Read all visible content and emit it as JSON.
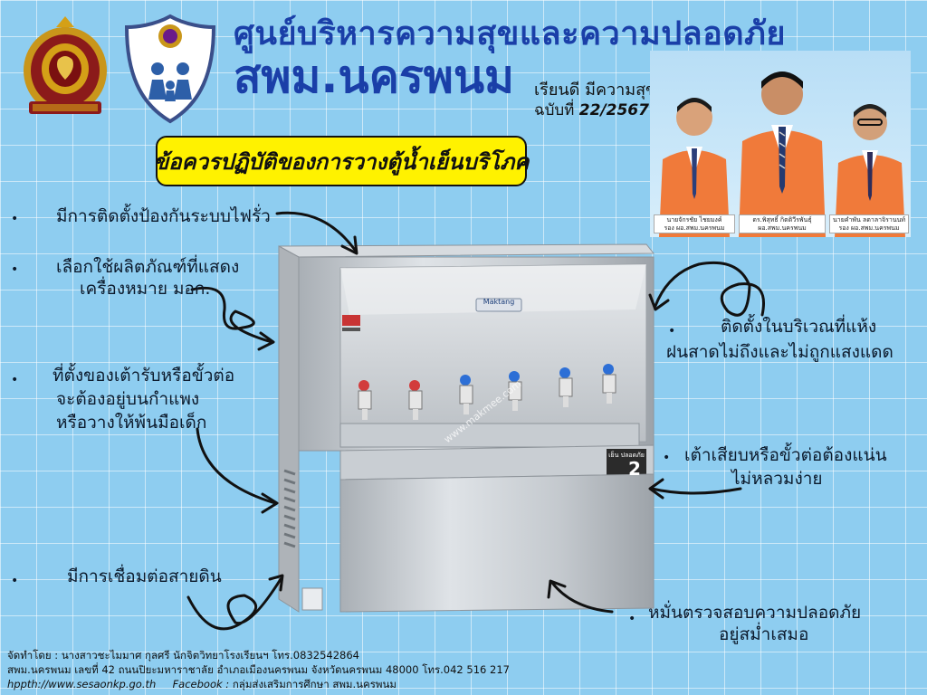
{
  "header": {
    "title_line1": "ศูนย์บริหารความสุขและความปลอดภัย",
    "title_line2": "สพม.นครพนม",
    "slogan": "เรียนดี มีความสุข",
    "issue_label": "ฉบับที่ ",
    "issue_number": "22/2567"
  },
  "banner": {
    "text": "ข้อควรปฏิบัติของการวางตู้น้ำเย็นบริโภค"
  },
  "people": [
    {
      "name": "นายจักรชัย ไชยมงค์",
      "role": "รอง ผอ.สพม.นครพนม"
    },
    {
      "name": "ดร.พิสุทธิ์ กิตติวีรพันธุ์",
      "role": "ผอ.สพม.นครพนม"
    },
    {
      "name": "นายคำพัน ลดาลาจิรานนท์",
      "role": "รอง ผอ.สพม.นครพนม"
    }
  ],
  "cooler": {
    "brand": "Maktang",
    "watermark": "www.makmee.com",
    "model_number": "2",
    "label_small": "เย็น ปลอดภัย"
  },
  "tips": {
    "tip1": "มีการติดตั้งป้องกันระบบไฟรั่ว",
    "tip2_line1": "เลือกใช้ผลิตภัณฑ์ที่แสดง",
    "tip2_line2": "เครื่องหมาย มอก.",
    "tip3_line1": "ที่ตั้งของเต้ารับหรือขั้วต่อ",
    "tip3_line2": "จะต้องอยู่บนกำแพง",
    "tip3_line3": "หรือวางให้พ้นมือเด็ก",
    "tip4": "มีการเชื่อมต่อสายดิน",
    "tip5_line1": "ติดตั้งในบริเวณที่แห้ง",
    "tip5_line2": "ฝนสาดไม่ถึงและไม่ถูกแสงแดด",
    "tip6_line1": "เต้าเสียบหรือขั้วต่อต้องแน่น",
    "tip6_line2": "ไม่หลวมง่าย",
    "tip7_line1": "หมั่นตรวจสอบความปลอดภัย",
    "tip7_line2": "อยู่สม่ำเสมอ",
    "bullet": "•"
  },
  "footer": {
    "line1": "จัดทำโดย : นางสาวชะไมมาศ กุลศรี นักจิตวิทยาโรงเรียนฯ โทร.0832542864",
    "line2": "สพม.นครพนม เลขที่ 42 ถนนปิยะมหาราชาลัย อำเภอเมืองนครพนม จังหวัดนครพนม 48000 โทร.042 516 217",
    "line3_url": "hppth://www.sesaonkp.go.th",
    "line3_fb_label": "Facebook :",
    "line3_fb": " กลุ่มส่งเสริมการศึกษา สพม.นครพนม"
  },
  "colors": {
    "background": "#8ecdf0",
    "title": "#1a3fa8",
    "banner": "#fff200",
    "suit": "#f07a3a"
  },
  "icons": {
    "left_logo": "royal-emblem-icon",
    "right_logo": "family-shield-icon",
    "arrows": "curved-arrow-icon"
  }
}
